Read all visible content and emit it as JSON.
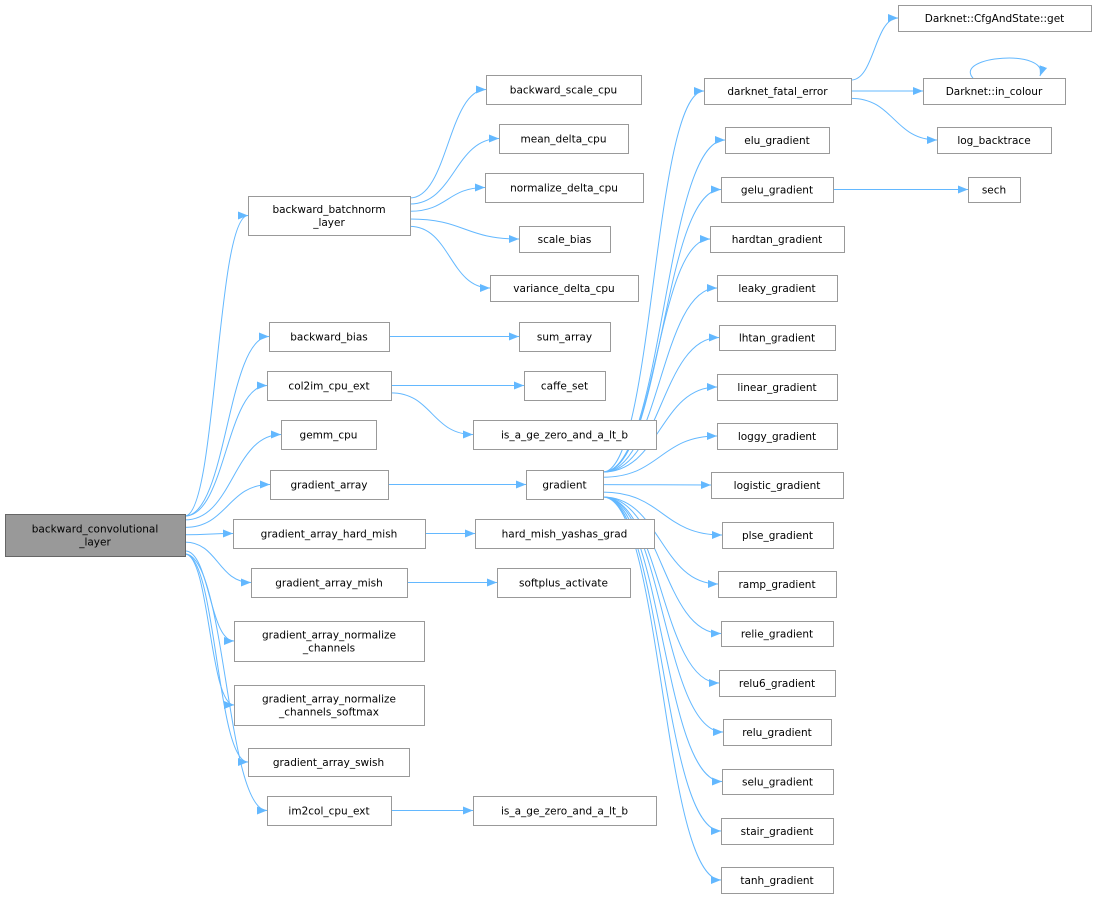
{
  "graph": {
    "edge_color": "#63b8ff",
    "root_fill": "#999999",
    "nodes": [
      {
        "id": "bcl",
        "lines": [
          "backward_convolutional",
          "_layer"
        ],
        "root": true
      },
      {
        "id": "bbl",
        "lines": [
          "backward_batchnorm",
          "_layer"
        ]
      },
      {
        "id": "bsc",
        "lines": [
          "backward_scale_cpu"
        ]
      },
      {
        "id": "mdc",
        "lines": [
          "mean_delta_cpu"
        ]
      },
      {
        "id": "ndc",
        "lines": [
          "normalize_delta_cpu"
        ]
      },
      {
        "id": "sb",
        "lines": [
          "scale_bias"
        ]
      },
      {
        "id": "vdc",
        "lines": [
          "variance_delta_cpu"
        ]
      },
      {
        "id": "bb",
        "lines": [
          "backward_bias"
        ]
      },
      {
        "id": "sa",
        "lines": [
          "sum_array"
        ]
      },
      {
        "id": "c2i",
        "lines": [
          "col2im_cpu_ext"
        ]
      },
      {
        "id": "cs",
        "lines": [
          "caffe_set"
        ]
      },
      {
        "id": "isa1",
        "lines": [
          "is_a_ge_zero_and_a_lt_b"
        ]
      },
      {
        "id": "gemm",
        "lines": [
          "gemm_cpu"
        ]
      },
      {
        "id": "ga",
        "lines": [
          "gradient_array"
        ]
      },
      {
        "id": "grad",
        "lines": [
          "gradient"
        ]
      },
      {
        "id": "gahm",
        "lines": [
          "gradient_array_hard_mish"
        ]
      },
      {
        "id": "hmyg",
        "lines": [
          "hard_mish_yashas_grad"
        ]
      },
      {
        "id": "gam",
        "lines": [
          "gradient_array_mish"
        ]
      },
      {
        "id": "spa",
        "lines": [
          "softplus_activate"
        ]
      },
      {
        "id": "gan",
        "lines": [
          "gradient_array_normalize",
          "_channels"
        ]
      },
      {
        "id": "gans",
        "lines": [
          "gradient_array_normalize",
          "_channels_softmax"
        ]
      },
      {
        "id": "gas",
        "lines": [
          "gradient_array_swish"
        ]
      },
      {
        "id": "i2c",
        "lines": [
          "im2col_cpu_ext"
        ]
      },
      {
        "id": "isa2",
        "lines": [
          "is_a_ge_zero_and_a_lt_b"
        ]
      },
      {
        "id": "dfe",
        "lines": [
          "darknet_fatal_error"
        ]
      },
      {
        "id": "elu",
        "lines": [
          "elu_gradient"
        ]
      },
      {
        "id": "gelu",
        "lines": [
          "gelu_gradient"
        ]
      },
      {
        "id": "hardtan",
        "lines": [
          "hardtan_gradient"
        ]
      },
      {
        "id": "leaky",
        "lines": [
          "leaky_gradient"
        ]
      },
      {
        "id": "lhtan",
        "lines": [
          "lhtan_gradient"
        ]
      },
      {
        "id": "linear",
        "lines": [
          "linear_gradient"
        ]
      },
      {
        "id": "loggy",
        "lines": [
          "loggy_gradient"
        ]
      },
      {
        "id": "logistic",
        "lines": [
          "logistic_gradient"
        ]
      },
      {
        "id": "plse",
        "lines": [
          "plse_gradient"
        ]
      },
      {
        "id": "ramp",
        "lines": [
          "ramp_gradient"
        ]
      },
      {
        "id": "relie",
        "lines": [
          "relie_gradient"
        ]
      },
      {
        "id": "relu6",
        "lines": [
          "relu6_gradient"
        ]
      },
      {
        "id": "relu",
        "lines": [
          "relu_gradient"
        ]
      },
      {
        "id": "selu",
        "lines": [
          "selu_gradient"
        ]
      },
      {
        "id": "stair",
        "lines": [
          "stair_gradient"
        ]
      },
      {
        "id": "tanh",
        "lines": [
          "tanh_gradient"
        ]
      },
      {
        "id": "cfg",
        "lines": [
          "Darknet::CfgAndState::get"
        ]
      },
      {
        "id": "inc",
        "lines": [
          "Darknet::in_colour"
        ]
      },
      {
        "id": "logb",
        "lines": [
          "log_backtrace"
        ]
      },
      {
        "id": "sech",
        "lines": [
          "sech"
        ]
      }
    ],
    "edges": [
      [
        "bcl",
        "bbl"
      ],
      [
        "bcl",
        "bb"
      ],
      [
        "bcl",
        "c2i"
      ],
      [
        "bcl",
        "gemm"
      ],
      [
        "bcl",
        "ga"
      ],
      [
        "bcl",
        "gahm"
      ],
      [
        "bcl",
        "gam"
      ],
      [
        "bcl",
        "gan"
      ],
      [
        "bcl",
        "gans"
      ],
      [
        "bcl",
        "gas"
      ],
      [
        "bcl",
        "i2c"
      ],
      [
        "bbl",
        "bsc"
      ],
      [
        "bbl",
        "mdc"
      ],
      [
        "bbl",
        "ndc"
      ],
      [
        "bbl",
        "sb"
      ],
      [
        "bbl",
        "vdc"
      ],
      [
        "bb",
        "sa"
      ],
      [
        "c2i",
        "cs"
      ],
      [
        "c2i",
        "isa1"
      ],
      [
        "ga",
        "grad"
      ],
      [
        "gahm",
        "hmyg"
      ],
      [
        "gam",
        "spa"
      ],
      [
        "i2c",
        "isa2"
      ],
      [
        "grad",
        "dfe"
      ],
      [
        "grad",
        "elu"
      ],
      [
        "grad",
        "gelu"
      ],
      [
        "grad",
        "hardtan"
      ],
      [
        "grad",
        "leaky"
      ],
      [
        "grad",
        "lhtan"
      ],
      [
        "grad",
        "linear"
      ],
      [
        "grad",
        "loggy"
      ],
      [
        "grad",
        "logistic"
      ],
      [
        "grad",
        "plse"
      ],
      [
        "grad",
        "ramp"
      ],
      [
        "grad",
        "relie"
      ],
      [
        "grad",
        "relu6"
      ],
      [
        "grad",
        "relu"
      ],
      [
        "grad",
        "selu"
      ],
      [
        "grad",
        "stair"
      ],
      [
        "grad",
        "tanh"
      ],
      [
        "dfe",
        "cfg"
      ],
      [
        "dfe",
        "inc"
      ],
      [
        "dfe",
        "logb"
      ],
      [
        "gelu",
        "sech"
      ],
      [
        "inc",
        "inc"
      ]
    ]
  }
}
